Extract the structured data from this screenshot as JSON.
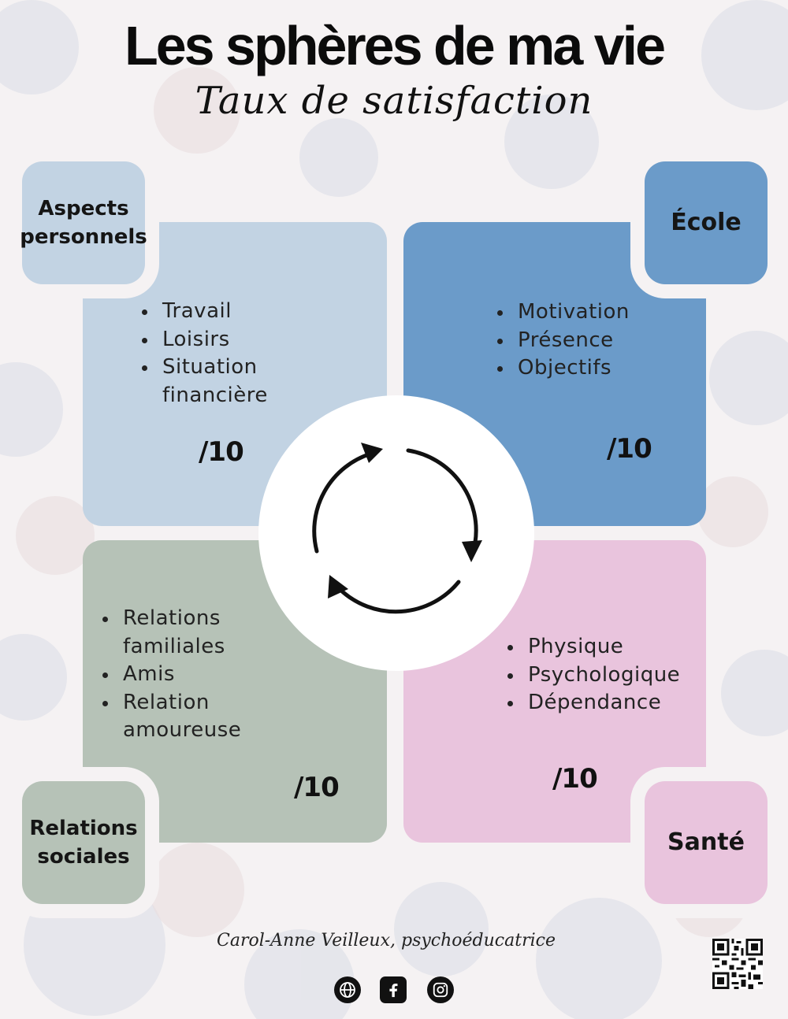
{
  "header": {
    "title": "Les sphères de ma vie",
    "subtitle": "Taux de satisfaction"
  },
  "spheres": [
    {
      "label": "Aspects personnels",
      "items": [
        "Travail",
        "Loisirs",
        "Situation financière"
      ],
      "score": "/10",
      "color": "#c2d3e3"
    },
    {
      "label": "École",
      "items": [
        "Motivation",
        "Présence",
        "Objectifs"
      ],
      "score": "/10",
      "color": "#6b9bc9"
    },
    {
      "label": "Relations sociales",
      "items": [
        "Relations familiales",
        "Amis",
        "Relation amoureuse"
      ],
      "score": "/10",
      "color": "#b6c2b7"
    },
    {
      "label": "Santé",
      "items": [
        "Physique",
        "Psychologique",
        "Dépendance"
      ],
      "score": "/10",
      "color": "#e9c4dd"
    }
  ],
  "center": {
    "icon": "cycle-arrows-icon"
  },
  "footer": {
    "author": "Carol-Anne Veilleux, psychoéducatrice",
    "social_icons": [
      "globe-icon",
      "facebook-icon",
      "instagram-icon"
    ],
    "qr": "qr-code-icon"
  }
}
